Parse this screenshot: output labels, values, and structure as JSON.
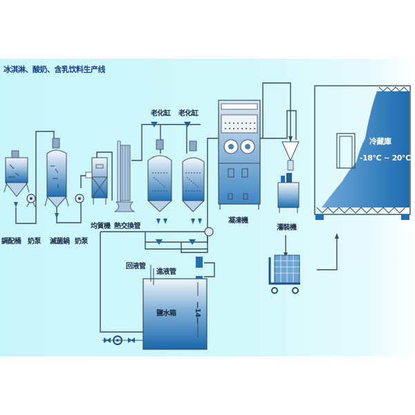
{
  "title": "冰淇淋、酸奶、含乳饮料生产线",
  "colors": {
    "background": "#c9f6fb",
    "equipment_fill_top": "#ffffff",
    "equipment_fill_bottom": "#1a6fb5",
    "line": "#3a4a5c",
    "title": "#1a3c8c"
  },
  "equipment": [
    {
      "id": "mixing-tank",
      "label": "調配桶"
    },
    {
      "id": "milk-pump-1",
      "label": "奶泵"
    },
    {
      "id": "sterilizer",
      "label": "滅菌鍋"
    },
    {
      "id": "milk-pump-2",
      "label": "奶泵"
    },
    {
      "id": "homogenizer",
      "label": "均質機"
    },
    {
      "id": "heat-exchanger",
      "label": "熱交換管"
    },
    {
      "id": "aging-tank-1",
      "label": "老化缸"
    },
    {
      "id": "aging-tank-2",
      "label": "老化缸"
    },
    {
      "id": "freezer",
      "label": "凝凍機"
    },
    {
      "id": "filling-machine",
      "label": "灌裝機"
    },
    {
      "id": "brine-tank",
      "label": "鹽水箱"
    },
    {
      "id": "cold-storage",
      "label": "冷藏庫",
      "temperature": "-18℃ ~ 20℃"
    }
  ],
  "pipes": {
    "return": "回液管",
    "inlet": "進液管"
  },
  "brine_tank_marker": "—14—"
}
